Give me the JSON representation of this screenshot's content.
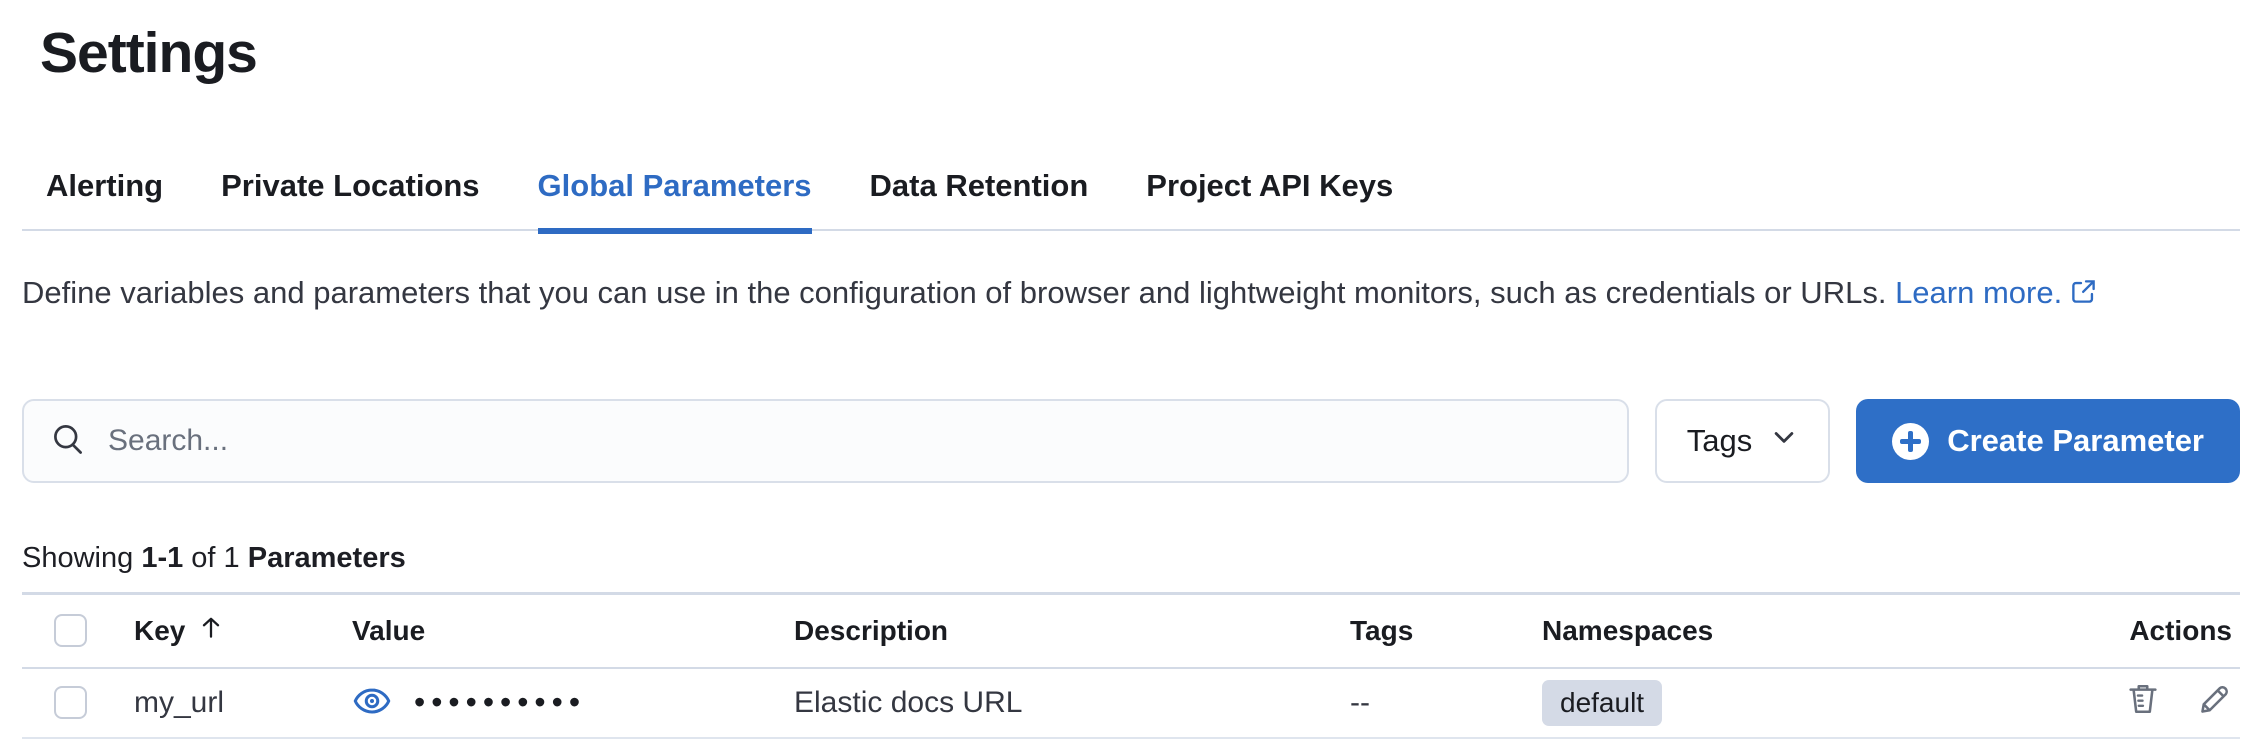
{
  "page": {
    "title": "Settings"
  },
  "tabs": [
    {
      "label": "Alerting",
      "active": false
    },
    {
      "label": "Private Locations",
      "active": false
    },
    {
      "label": "Global Parameters",
      "active": true
    },
    {
      "label": "Data Retention",
      "active": false
    },
    {
      "label": "Project API Keys",
      "active": false
    }
  ],
  "description": {
    "text": "Define variables and parameters that you can use in the configuration of browser and lightweight monitors, such as credentials or URLs.",
    "link_label": "Learn more.",
    "link_icon": "external-link-icon"
  },
  "toolbar": {
    "search_placeholder": "Search...",
    "search_icon": "search-icon",
    "tags_label": "Tags",
    "tags_icon": "chevron-down-icon",
    "create_label": "Create Parameter",
    "create_icon": "plus-in-circle-icon"
  },
  "summary": {
    "showing": "Showing",
    "range": "1-1",
    "of": "of 1",
    "entity": "Parameters"
  },
  "table": {
    "columns": [
      "Key",
      "Value",
      "Description",
      "Tags",
      "Namespaces",
      "Actions"
    ],
    "sort": {
      "column": "Key",
      "direction": "ascending",
      "icon": "sort-up-arrow-icon"
    },
    "rows": [
      {
        "key": "my_url",
        "value_masked": "••••••••••",
        "value_icon": "eye-icon",
        "description": "Elastic docs URL",
        "tags": "--",
        "namespace": "default",
        "actions": [
          "delete",
          "edit"
        ]
      }
    ]
  },
  "colors": {
    "accent_blue": "#2e6bc3",
    "button_blue": "#2e6fc7",
    "heading_text": "#1a1c21",
    "body_text": "#343741",
    "muted_text": "#69707d",
    "badge_bg": "#d4dae6",
    "divider": "#d3dae6"
  }
}
